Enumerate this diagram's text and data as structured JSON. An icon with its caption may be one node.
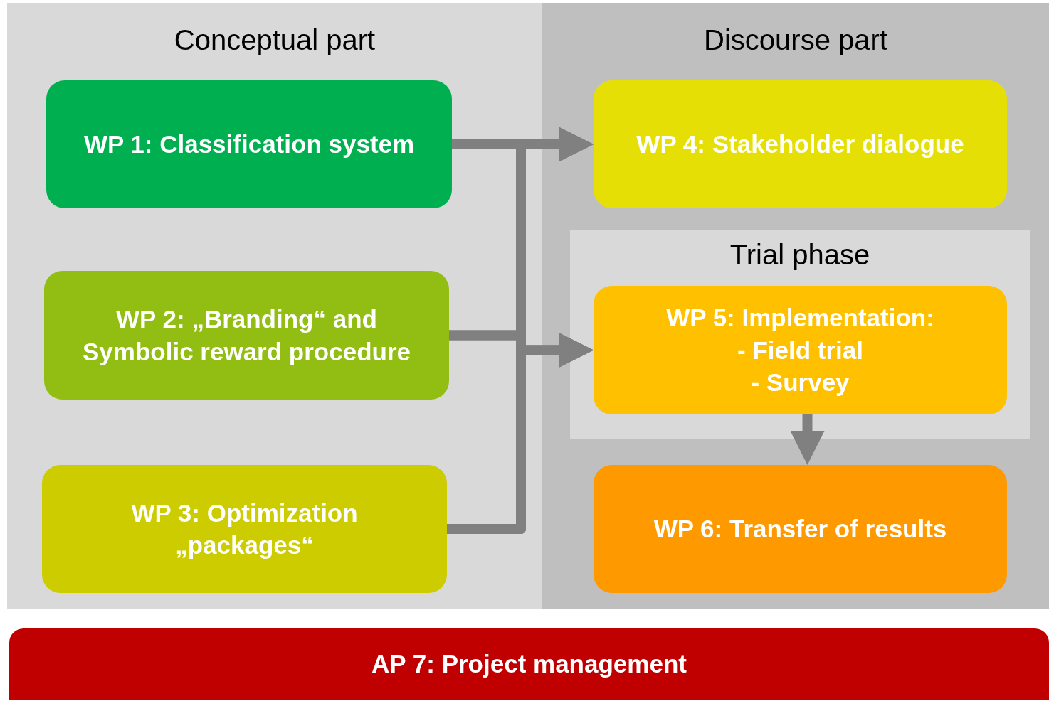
{
  "diagram": {
    "nodes": [
      {
        "text": [
          "Conceptual part"
        ]
      },
      {
        "text": [
          "WP 1: Classification system"
        ],
        "in": 0
      },
      {
        "text": [
          "WP 2: „Branding“ and Symbolic reward procedure"
        ],
        "in": 0
      },
      {
        "text": [
          "WP 3: Optimization „packages“"
        ],
        "in": 0
      },
      {
        "text": [
          "Discourse part"
        ]
      },
      {
        "text": [
          "WP 4: Stakeholder dialogue"
        ],
        "in": 4
      },
      {
        "text": [
          "Trial phase"
        ],
        "in": 4
      },
      {
        "text": [
          "WP 5: Implementation:",
          "- Field trial",
          "- Survey"
        ],
        "in": 6
      },
      {
        "text": [
          "WP 6: Transfer of results"
        ],
        "in": 4
      },
      {
        "text": [
          "AP 7: Project management"
        ]
      }
    ],
    "edges": [
      {
        "from": 1,
        "to": 5,
        "arrow": "to"
      },
      {
        "from": 1,
        "to": 7,
        "arrow": "to"
      },
      {
        "from": 2,
        "to": 5,
        "arrow": "to"
      },
      {
        "from": 2,
        "to": 7,
        "arrow": "to"
      },
      {
        "from": 3,
        "to": 5,
        "arrow": "to"
      },
      {
        "from": 3,
        "to": 7,
        "arrow": "to"
      },
      {
        "from": 7,
        "to": 8,
        "arrow": "to"
      }
    ]
  }
}
